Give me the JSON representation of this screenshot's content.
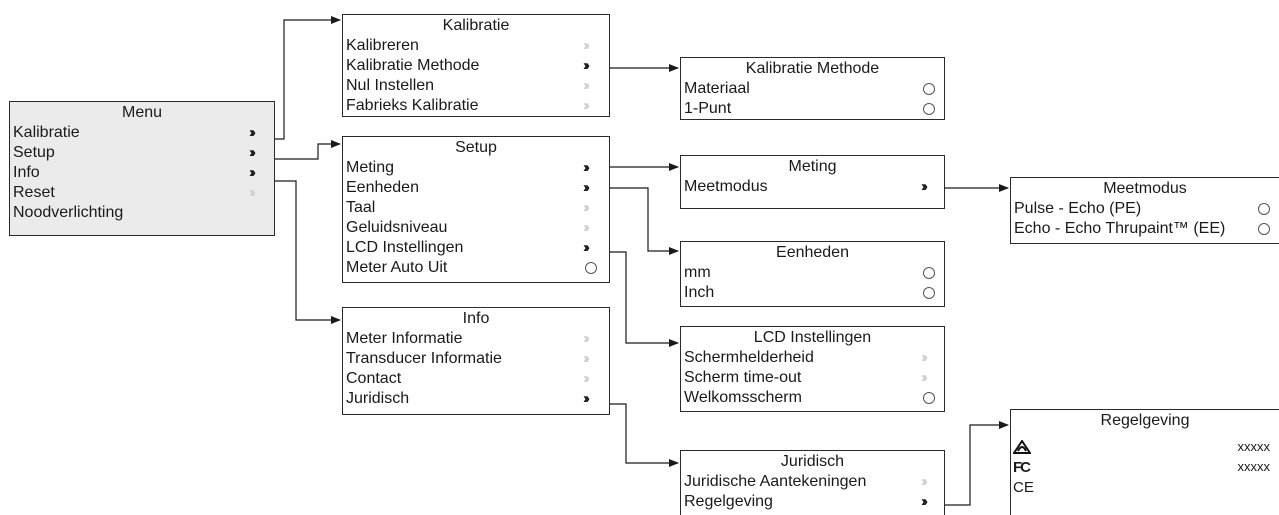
{
  "menu": {
    "title": "Menu",
    "items": [
      {
        "label": "Kalibratie",
        "marker": "active"
      },
      {
        "label": "Setup",
        "marker": "active"
      },
      {
        "label": "Info",
        "marker": "active"
      },
      {
        "label": "Reset",
        "marker": "inactive"
      },
      {
        "label": "Noodverlichting",
        "marker": "none"
      }
    ]
  },
  "kalibratie": {
    "title": "Kalibratie",
    "items": [
      {
        "label": "Kalibreren",
        "marker": "inactive"
      },
      {
        "label": "Kalibratie Methode",
        "marker": "active"
      },
      {
        "label": "Nul Instellen",
        "marker": "inactive"
      },
      {
        "label": "Fabrieks Kalibratie",
        "marker": "inactive"
      }
    ]
  },
  "setup": {
    "title": "Setup",
    "items": [
      {
        "label": "Meting",
        "marker": "active"
      },
      {
        "label": "Eenheden",
        "marker": "active"
      },
      {
        "label": "Taal",
        "marker": "inactive"
      },
      {
        "label": "Geluidsniveau",
        "marker": "inactive"
      },
      {
        "label": "LCD Instellingen",
        "marker": "active"
      },
      {
        "label": "Meter Auto Uit",
        "marker": "radio"
      }
    ]
  },
  "info": {
    "title": "Info",
    "items": [
      {
        "label": "Meter Informatie",
        "marker": "inactive"
      },
      {
        "label": "Transducer Informatie",
        "marker": "inactive"
      },
      {
        "label": "Contact",
        "marker": "inactive"
      },
      {
        "label": "Juridisch",
        "marker": "active"
      }
    ]
  },
  "kalibratie_methode": {
    "title": "Kalibratie Methode",
    "items": [
      {
        "label": "Materiaal",
        "marker": "radio"
      },
      {
        "label": "1-Punt",
        "marker": "radio"
      }
    ]
  },
  "meting": {
    "title": "Meting",
    "items": [
      {
        "label": "Meetmodus",
        "marker": "active"
      }
    ]
  },
  "eenheden": {
    "title": "Eenheden",
    "items": [
      {
        "label": "mm",
        "marker": "radio"
      },
      {
        "label": "Inch",
        "marker": "radio"
      }
    ]
  },
  "lcd": {
    "title": "LCD Instellingen",
    "items": [
      {
        "label": "Schermhelderheid",
        "marker": "inactive"
      },
      {
        "label": "Scherm time-out",
        "marker": "inactive"
      },
      {
        "label": "Welkomsscherm",
        "marker": "radio"
      }
    ]
  },
  "juridisch": {
    "title": "Juridisch",
    "items": [
      {
        "label": "Juridische Aantekeningen",
        "marker": "inactive"
      },
      {
        "label": "Regelgeving",
        "marker": "active"
      }
    ]
  },
  "meetmodus": {
    "title": "Meetmodus",
    "items": [
      {
        "label": "Pulse - Echo (PE)",
        "marker": "radio"
      },
      {
        "label": "Echo - Echo Thrupaint™ (EE)",
        "marker": "radio"
      }
    ]
  },
  "regelgeving": {
    "title": "Regelgeving",
    "items": [
      {
        "icon": "rcm-mark-icon",
        "value": "xxxxx"
      },
      {
        "icon": "fcc-logo-icon",
        "glyph": "FC",
        "value": "xxxxx"
      },
      {
        "icon": "ce-mark-icon",
        "glyph": "CE",
        "value": ""
      }
    ]
  },
  "colors": {
    "line": "#1a1a1a",
    "menu_bg": "#ebebeb",
    "inactive_chevron": "#cfcfcf"
  }
}
